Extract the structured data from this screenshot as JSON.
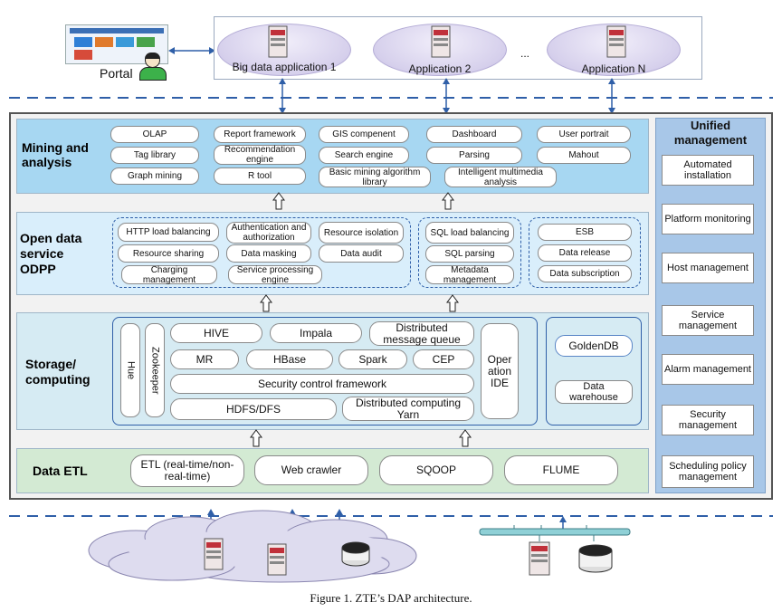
{
  "portal": {
    "label": "Portal"
  },
  "applications": [
    {
      "label": "Big data application 1"
    },
    {
      "label": "Application 2"
    },
    {
      "label": "..."
    },
    {
      "label": "Application N"
    }
  ],
  "layers": {
    "mining": {
      "title": "Mining and analysis",
      "items": [
        "OLAP",
        "Report framework",
        "GIS compenent",
        "Dashboard",
        "User portrait",
        "Tag library",
        "Recommendation engine",
        "Search engine",
        "Parsing",
        "Mahout",
        "Graph mining",
        "R tool",
        "Basic mining algorithm library",
        "Intelligent multimedia analysis"
      ]
    },
    "odpp": {
      "title_line1": "Open data",
      "title_line2": "service",
      "title_line3": "ODPP",
      "group1": [
        "HTTP load balancing",
        "Authentication and authorization",
        "Resource isolation",
        "Resource sharing",
        "Data masking",
        "Data audit",
        "Charging management",
        "Service processing engine"
      ],
      "group2": [
        "SQL load balancing",
        "SQL parsing",
        "Metadata management"
      ],
      "group3": [
        "ESB",
        "Data release",
        "Data subscription"
      ]
    },
    "storage": {
      "title": "Storage/ computing",
      "hue": "Hue",
      "zookeeper": "Zookeeper",
      "items": [
        "HIVE",
        "Impala",
        "Distributed message queue",
        "MR",
        "HBase",
        "Spark",
        "CEP",
        "Security control framework",
        "HDFS/DFS",
        "Distributed computing Yarn"
      ],
      "operation_ide": "Oper ation IDE",
      "goldendb": "GoldenDB",
      "data_warehouse": "Data warehouse"
    },
    "etl": {
      "title": "Data ETL",
      "items": [
        "ETL (real-time/non-real-time)",
        "Web crawler",
        "SQOOP",
        "FLUME"
      ]
    }
  },
  "management": {
    "title": "Unified management",
    "items": [
      "Automated installation",
      "Platform monitoring",
      "Host management",
      "Service management",
      "Alarm management",
      "Security management",
      "Scheduling policy management"
    ]
  },
  "caption": "Figure 1. ZTE’s DAP architecture.",
  "colors": {
    "mining_bg": "#a7d7f2",
    "odpp_bg": "#d9eefb",
    "storage_bg": "#d6ebf3",
    "etl_bg": "#d3ead3",
    "mgmt_bg": "#a8c7e8",
    "frame_bg": "#f2f2f2",
    "dash_blue": "#2f5fa8"
  },
  "icons": [
    "server-icon",
    "database-icon",
    "cloud-icon",
    "user-icon",
    "portal-screen-icon",
    "up-arrow-icon"
  ]
}
